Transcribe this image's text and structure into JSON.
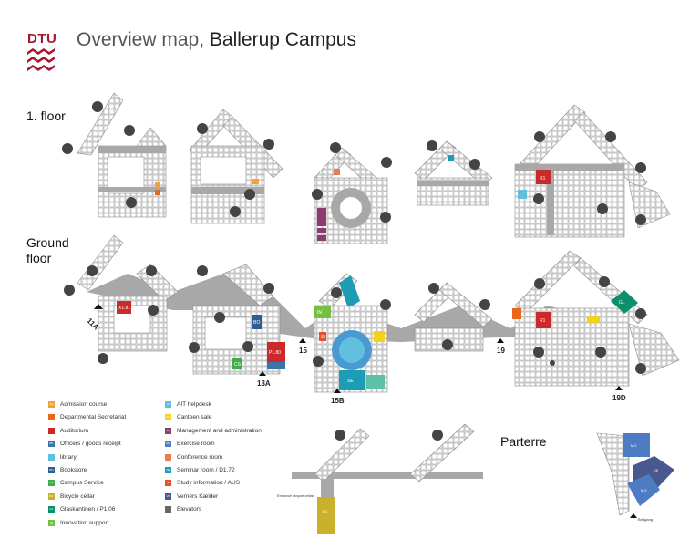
{
  "header": {
    "logo_text": "DTU",
    "title_prefix": "Overview map,",
    "title_campus": "Ballerup Campus"
  },
  "floors": {
    "first": "1. floor",
    "ground_line1": "Ground",
    "ground_line2": "floor",
    "parterre": "Parterre"
  },
  "entrances": {
    "e11a": "11A",
    "e15": "15",
    "e13a": "13A",
    "e15b": "15B",
    "e19": "19",
    "e19d": "19D",
    "bicycle_entrance": "Entrance bicycle cellar",
    "parterre_entrance": "Bridgang"
  },
  "legend": [
    {
      "code": "AK",
      "label": "Admission course",
      "color": "#f2a23a"
    },
    {
      "code": "",
      "label": "Departmental Secretariat",
      "color": "#e9661d"
    },
    {
      "code": "",
      "label": "Auditorium",
      "color": "#cc2a2a"
    },
    {
      "code": "BK",
      "label": "Officers / goods receipt",
      "color": "#3b74a6"
    },
    {
      "code": "",
      "label": "library",
      "color": "#62c0df"
    },
    {
      "code": "BO",
      "label": "Bookstore",
      "color": "#2e5d8e"
    },
    {
      "code": "CS",
      "label": "Campus Service",
      "color": "#3fae4a"
    },
    {
      "code": "BC",
      "label": "Bicycle cellar",
      "color": "#c9b12c"
    },
    {
      "code": "GL",
      "label": "Glaskantinen / P1.06",
      "color": "#0e8f6c"
    },
    {
      "code": "IN",
      "label": "Innovation support",
      "color": "#74c043"
    },
    {
      "code": "AI",
      "label": "AIT helpdesk",
      "color": "#62c0df"
    },
    {
      "code": "KA",
      "label": "Canteen sale",
      "color": "#f3d21b"
    },
    {
      "code": "LA",
      "label": "Management and administration",
      "color": "#8e3a6e"
    },
    {
      "code": "MO",
      "label": "Exercise room",
      "color": "#4d7cc2"
    },
    {
      "code": "",
      "label": "Conference room",
      "color": "#e87c55"
    },
    {
      "code": "SE",
      "label": "Seminar room / D1.72",
      "color": "#1d9db3"
    },
    {
      "code": "SI",
      "label": "Study information / AUS",
      "color": "#e5512d"
    },
    {
      "code": "VK",
      "label": "Verners Kælder",
      "color": "#4a5890"
    },
    {
      "code": "",
      "label": "Elevators",
      "color": "#666666"
    }
  ],
  "room_labels": {
    "x1_81": "X1.81",
    "r1_top": "R1",
    "r1_ground": "R1",
    "p1_80": "P1.80",
    "bo": "BO",
    "cs": "CS",
    "in": "IN",
    "gl": "GL",
    "se": "SE",
    "si": "SI",
    "bc": "BC",
    "mo1": "MO",
    "vk": "VK",
    "mo2": "MO"
  },
  "colors": {
    "building": "#a8a8a8",
    "building_light": "#d9d9d9",
    "outline": "#8c8c8c",
    "logo_red": "#a6182f"
  }
}
